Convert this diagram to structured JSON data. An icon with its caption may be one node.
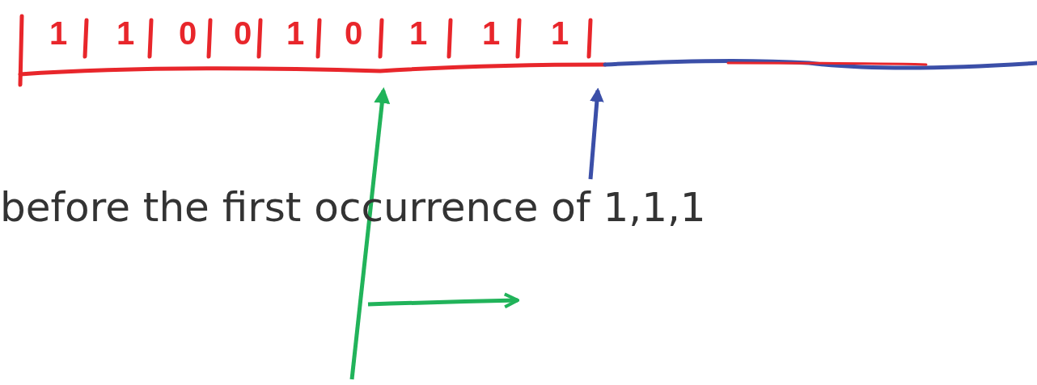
{
  "diagram": {
    "labels": [
      "1",
      "1",
      "0",
      "0",
      "1",
      "0",
      "1",
      "1",
      "1",
      "before the first occurrence of 1,1,1"
    ]
  }
}
